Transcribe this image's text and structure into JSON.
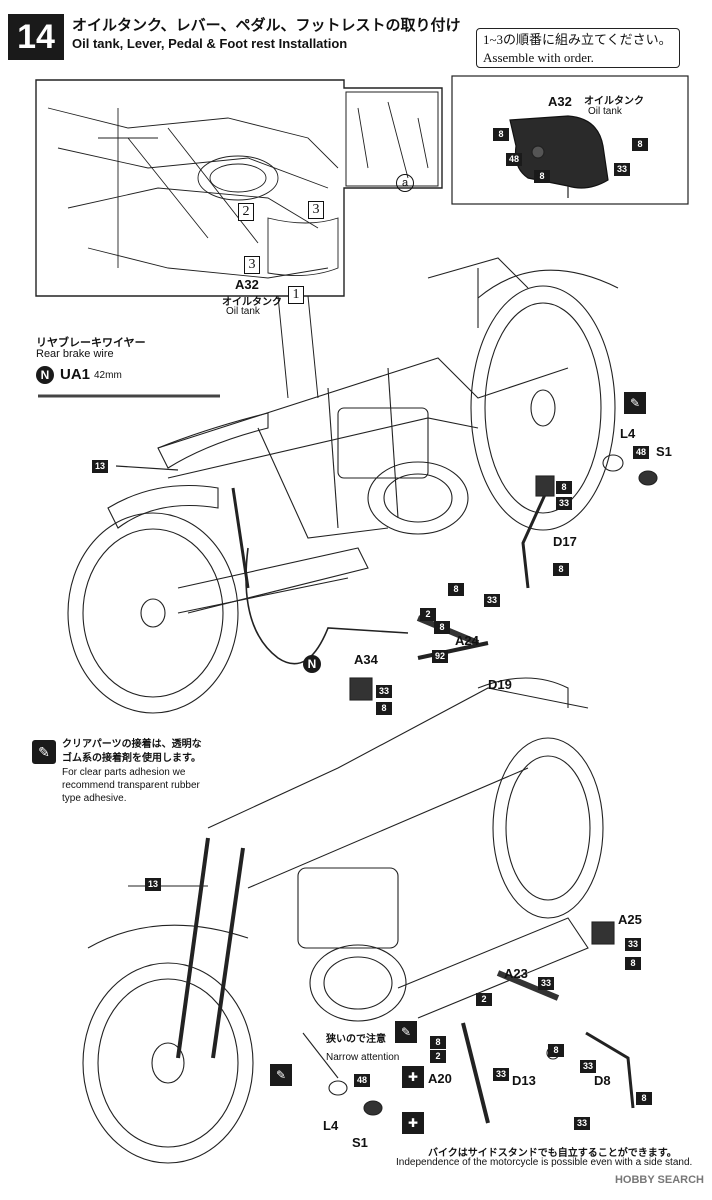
{
  "header": {
    "step_number": "14",
    "title_jp": "オイルタンク、レバー、ペダル、フットレストの取り付け",
    "title_en": "Oil tank, Lever, Pedal & Foot rest Installation"
  },
  "order_note": {
    "jp": "1~3の順番に組み立てください。",
    "en": "Assemble with order."
  },
  "inset": {
    "step_labels": [
      "1",
      "2",
      "3",
      "3"
    ],
    "circle_a": "a",
    "part_a32": "A32",
    "part_a32_jp": "オイルタンク",
    "part_a32_en": "Oil tank"
  },
  "oil_tank_detail": {
    "part": "A32",
    "label_jp": "オイルタンク",
    "label_en": "Oil tank",
    "tags": [
      "8",
      "8",
      "48",
      "8",
      "33"
    ]
  },
  "rear_brake_wire": {
    "label_jp": "リヤブレーキワイヤー",
    "label_en": "Rear brake wire",
    "badge": "N",
    "part": "UA1",
    "length": "42mm"
  },
  "upper_view": {
    "callout_13": "13",
    "badge_n": "N",
    "parts": {
      "l4": "L4",
      "s1": "S1",
      "tag48": "48",
      "d17": "D17",
      "tags_d17": [
        "8",
        "33",
        "8"
      ],
      "a24": "A24",
      "tags_a24": [
        "8",
        "2",
        "33",
        "8"
      ],
      "tag92": "92",
      "d19": "D19",
      "a34": "A34",
      "tags_a34": [
        "33",
        "8"
      ]
    }
  },
  "clear_parts_note": {
    "jp_line1": "クリアパーツの接着は、透明な",
    "jp_line2": "ゴム系の接着剤を使用します。",
    "en_line1": "For clear parts adhesion we",
    "en_line2": "recommend transparent rubber",
    "en_line3": "type adhesive."
  },
  "lower_view": {
    "callout_13": "13",
    "parts": {
      "a25": "A25",
      "tags_a25": [
        "33",
        "8"
      ],
      "a23": "A23",
      "tags_a23": [
        "2",
        "33"
      ],
      "a20": "A20",
      "tags_a20": [
        "8",
        "2",
        "33"
      ],
      "d13": "D13",
      "tag_d13": "8",
      "d8": "D8",
      "tags_d8": [
        "33",
        "8",
        "33"
      ],
      "l4": "L4",
      "s1": "S1",
      "tag48": "48"
    },
    "narrow_jp": "狭いので注意",
    "narrow_en": "Narrow attention",
    "side_stand_jp": "バイクはサイドスタンドでも自立することができます。",
    "side_stand_en": "Independence of the motorcycle is possible even with a side stand."
  },
  "watermark": "HOBBY SEARCH"
}
